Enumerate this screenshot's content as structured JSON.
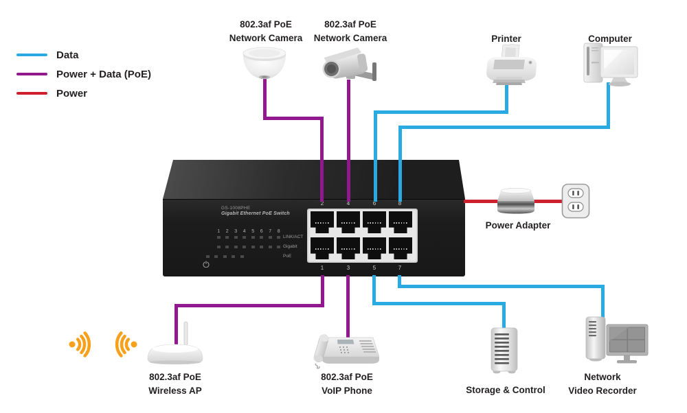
{
  "colors": {
    "data": "#29abe2",
    "poe": "#92188f",
    "power": "#cf202e",
    "wifi": "#f7a01b",
    "label": "#231f20"
  },
  "legend": {
    "items": [
      {
        "label": "Data",
        "color_key": "data"
      },
      {
        "label": "Power + Data (PoE)",
        "color_key": "poe"
      },
      {
        "label": "Power",
        "color_key": "power"
      }
    ]
  },
  "switch": {
    "model": "GS-1008PHE",
    "name": "Gigabit Ethernet PoE Switch",
    "led_port_numbers": [
      "1",
      "2",
      "3",
      "4",
      "5",
      "6",
      "7",
      "8"
    ],
    "led_rows": [
      "LINK/ACT",
      "Gigabit",
      "PoE"
    ],
    "top_port_labels": [
      "2",
      "4",
      "6",
      "8"
    ],
    "bottom_port_labels": [
      "1",
      "3",
      "5",
      "7"
    ]
  },
  "devices": [
    {
      "id": "dome-camera",
      "label_lines": [
        "802.3af PoE",
        "Network Camera"
      ]
    },
    {
      "id": "bullet-camera",
      "label_lines": [
        "802.3af PoE",
        "Network Camera"
      ]
    },
    {
      "id": "printer",
      "label_lines": [
        "Printer"
      ]
    },
    {
      "id": "computer",
      "label_lines": [
        "Computer"
      ]
    },
    {
      "id": "power-adapter",
      "label_lines": [
        "Power Adapter"
      ]
    },
    {
      "id": "wireless-ap",
      "label_lines": [
        "802.3af PoE",
        "Wireless AP"
      ]
    },
    {
      "id": "voip-phone",
      "label_lines": [
        "802.3af PoE",
        "VoIP Phone"
      ]
    },
    {
      "id": "storage",
      "label_lines": [
        "Storage & Control"
      ]
    },
    {
      "id": "nvr",
      "label_lines": [
        "Network",
        "Video Recorder"
      ]
    }
  ],
  "cables": [
    {
      "name": "dome-camera-to-port2",
      "color_key": "poe",
      "points": [
        [
          385,
          116
        ],
        [
          385,
          172
        ],
        [
          468,
          172
        ],
        [
          468,
          291
        ]
      ]
    },
    {
      "name": "bullet-camera-to-port4",
      "color_key": "poe",
      "points": [
        [
          507,
          118
        ],
        [
          507,
          291
        ]
      ]
    },
    {
      "name": "printer-to-port6",
      "color_key": "data",
      "points": [
        [
          737,
          120
        ],
        [
          737,
          163
        ],
        [
          546,
          163
        ],
        [
          546,
          291
        ]
      ]
    },
    {
      "name": "computer-to-port8",
      "color_key": "data",
      "points": [
        [
          885,
          122
        ],
        [
          885,
          185
        ],
        [
          582,
          185
        ],
        [
          582,
          291
        ]
      ]
    },
    {
      "name": "switch-to-outlet-power",
      "color_key": "power",
      "points": [
        [
          677,
          293
        ],
        [
          824,
          293
        ]
      ]
    },
    {
      "name": "port1-to-wireless-ap",
      "color_key": "poe",
      "points": [
        [
          469,
          403
        ],
        [
          469,
          445
        ],
        [
          256,
          445
        ],
        [
          256,
          510
        ]
      ]
    },
    {
      "name": "port3-to-voip-phone",
      "color_key": "poe",
      "points": [
        [
          506,
          403
        ],
        [
          506,
          497
        ]
      ]
    },
    {
      "name": "port5-to-storage",
      "color_key": "data",
      "points": [
        [
          544,
          403
        ],
        [
          544,
          442
        ],
        [
          733,
          442
        ],
        [
          733,
          486
        ]
      ]
    },
    {
      "name": "port7-to-nvr",
      "color_key": "data",
      "points": [
        [
          581,
          403
        ],
        [
          581,
          417
        ],
        [
          877,
          417
        ],
        [
          877,
          478
        ]
      ]
    }
  ]
}
